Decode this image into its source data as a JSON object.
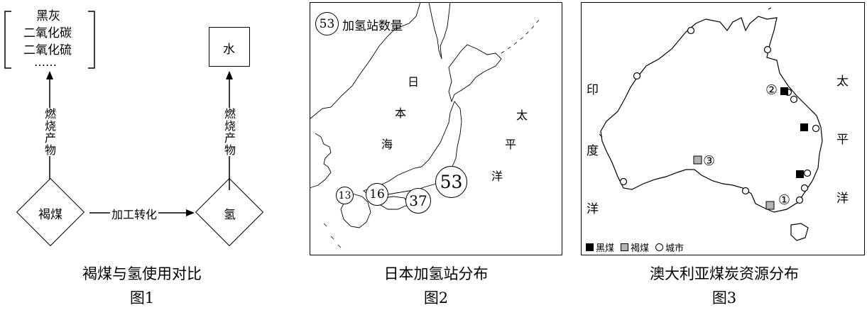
{
  "figure1": {
    "products": [
      "黑灰",
      "二氧化碳",
      "二氧化硫",
      "……"
    ],
    "water": "水",
    "lignite": "褐煤",
    "hydrogen": "氢",
    "combustion_left": "燃烧产物",
    "combustion_right": "燃烧产物",
    "process": "加工转化",
    "caption": "褐煤与氢使用对比",
    "figno": "图1"
  },
  "figure2": {
    "legend_value": "53",
    "legend_text": "加氢站数量",
    "sea_chars": [
      "日",
      "本",
      "海"
    ],
    "ocean_chars": [
      "太",
      "平",
      "洋"
    ],
    "stations": [
      "13",
      "16",
      "37",
      "53"
    ],
    "caption": "日本加氢站分布",
    "figno": "图2"
  },
  "figure3": {
    "indian_ocean": [
      "印",
      "度",
      "洋"
    ],
    "pacific_ocean": [
      "太",
      "平",
      "洋"
    ],
    "markers": [
      "①",
      "②",
      "③"
    ],
    "legend": {
      "black_coal": "黑煤",
      "lignite": "褐煤",
      "city": "城市"
    },
    "colors": {
      "black_coal": "#000000",
      "lignite": "#b3b3b3",
      "city": "#ffffff"
    },
    "caption": "澳大利亚煤炭资源分布",
    "figno": "图3"
  }
}
